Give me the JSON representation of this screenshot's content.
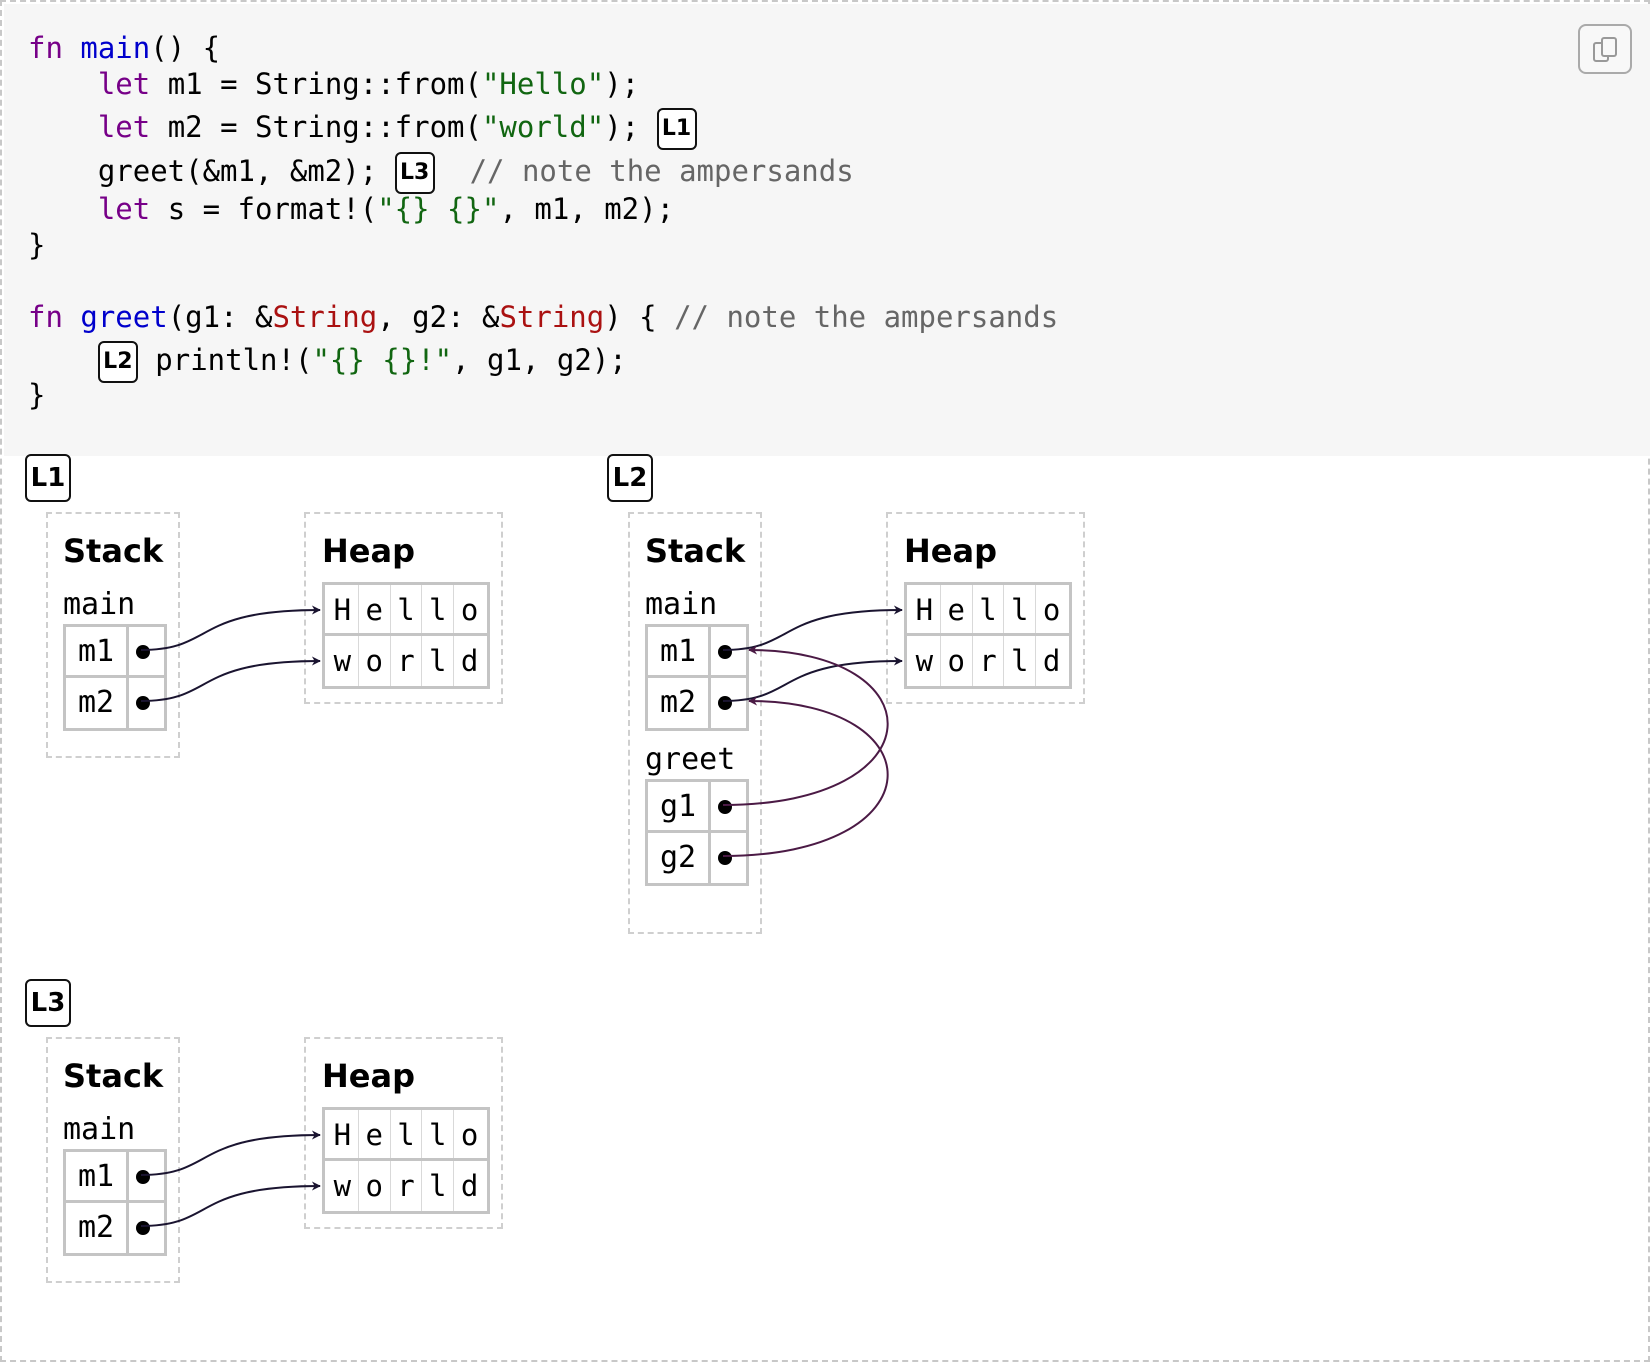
{
  "code": {
    "lines": [
      [
        {
          "t": "fn",
          "c": "kw"
        },
        {
          "t": " "
        },
        {
          "t": "main",
          "c": "fn"
        },
        {
          "t": "() {"
        }
      ],
      [
        {
          "t": "    "
        },
        {
          "t": "let",
          "c": "kw"
        },
        {
          "t": " m1 = String::from("
        },
        {
          "t": "\"Hello\"",
          "c": "str"
        },
        {
          "t": ");"
        }
      ],
      [
        {
          "t": "    "
        },
        {
          "t": "let",
          "c": "kw"
        },
        {
          "t": " m2 = String::from("
        },
        {
          "t": "\"world\"",
          "c": "str"
        },
        {
          "t": "); "
        },
        {
          "badge": "L1"
        }
      ],
      [
        {
          "t": "    greet(&m1, &m2); "
        },
        {
          "badge": "L3"
        },
        {
          "t": "  "
        },
        {
          "t": "// note the ampersands",
          "c": "cm"
        }
      ],
      [
        {
          "t": "    "
        },
        {
          "t": "let",
          "c": "kw"
        },
        {
          "t": " s = format!("
        },
        {
          "t": "\"{} {}\"",
          "c": "str"
        },
        {
          "t": ", m1, m2);"
        }
      ],
      [
        {
          "t": "}"
        }
      ],
      [],
      [
        {
          "t": "fn",
          "c": "kw"
        },
        {
          "t": " "
        },
        {
          "t": "greet",
          "c": "fn"
        },
        {
          "t": "(g1: &"
        },
        {
          "t": "String",
          "c": "ty"
        },
        {
          "t": ", g2: &"
        },
        {
          "t": "String",
          "c": "ty"
        },
        {
          "t": ") { "
        },
        {
          "t": "// note the ampersands",
          "c": "cm"
        }
      ],
      [
        {
          "t": "    "
        },
        {
          "badge": "L2"
        },
        {
          "t": " println!("
        },
        {
          "t": "\"{} {}!\"",
          "c": "str"
        },
        {
          "t": ", g1, g2);"
        }
      ],
      [
        {
          "t": "}"
        }
      ]
    ]
  },
  "labels": {
    "stack": "Stack",
    "heap": "Heap"
  },
  "icons": {
    "copy": "copy-icon"
  },
  "colors": {
    "arrow_own": "#1a1430",
    "arrow_ref": "#4b1a45"
  },
  "diagrams": [
    {
      "step": "L1",
      "frames": [
        {
          "name": "main",
          "vars": [
            "m1",
            "m2"
          ]
        }
      ],
      "heap": [
        [
          "H",
          "e",
          "l",
          "l",
          "o"
        ],
        [
          "w",
          "o",
          "r",
          "l",
          "d"
        ]
      ],
      "pointers": [
        {
          "from": "main.m1",
          "to": "heap.0"
        },
        {
          "from": "main.m2",
          "to": "heap.1"
        }
      ]
    },
    {
      "step": "L2",
      "frames": [
        {
          "name": "main",
          "vars": [
            "m1",
            "m2"
          ]
        },
        {
          "name": "greet",
          "vars": [
            "g1",
            "g2"
          ]
        }
      ],
      "heap": [
        [
          "H",
          "e",
          "l",
          "l",
          "o"
        ],
        [
          "w",
          "o",
          "r",
          "l",
          "d"
        ]
      ],
      "pointers": [
        {
          "from": "main.m1",
          "to": "heap.0"
        },
        {
          "from": "main.m2",
          "to": "heap.1"
        },
        {
          "from": "greet.g1",
          "to": "main.m1"
        },
        {
          "from": "greet.g2",
          "to": "main.m2"
        }
      ]
    },
    {
      "step": "L3",
      "frames": [
        {
          "name": "main",
          "vars": [
            "m1",
            "m2"
          ]
        }
      ],
      "heap": [
        [
          "H",
          "e",
          "l",
          "l",
          "o"
        ],
        [
          "w",
          "o",
          "r",
          "l",
          "d"
        ]
      ],
      "pointers": [
        {
          "from": "main.m1",
          "to": "heap.0"
        },
        {
          "from": "main.m2",
          "to": "heap.1"
        }
      ]
    }
  ]
}
